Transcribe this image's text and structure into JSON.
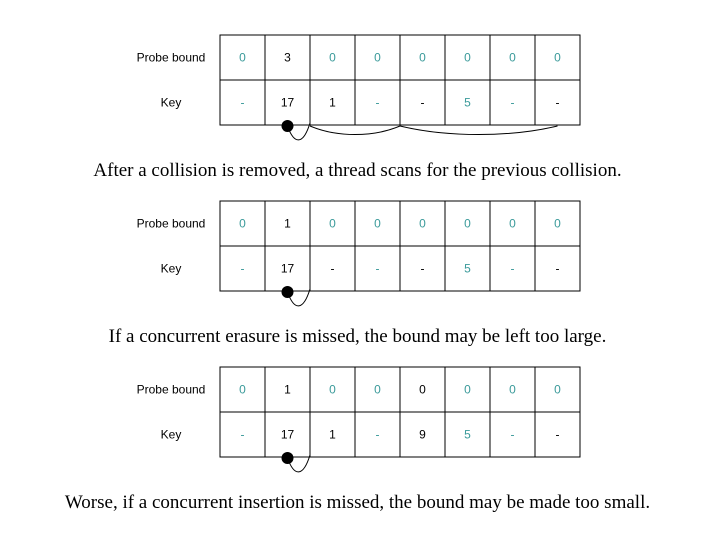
{
  "colors": {
    "highlight": "#000000",
    "muted": "#3a9a9a",
    "line": "#000000"
  },
  "panels": [
    {
      "labels": {
        "bound": "Probe bound",
        "key": "Key"
      },
      "bound": [
        {
          "text": "0",
          "tone": "muted"
        },
        {
          "text": "3",
          "tone": "highlight"
        },
        {
          "text": "0",
          "tone": "muted"
        },
        {
          "text": "0",
          "tone": "muted"
        },
        {
          "text": "0",
          "tone": "muted"
        },
        {
          "text": "0",
          "tone": "muted"
        },
        {
          "text": "0",
          "tone": "muted"
        },
        {
          "text": "0",
          "tone": "muted"
        }
      ],
      "key": [
        {
          "text": "-",
          "tone": "muted"
        },
        {
          "text": "17",
          "tone": "highlight"
        },
        {
          "text": "1",
          "tone": "highlight"
        },
        {
          "text": "-",
          "tone": "muted"
        },
        {
          "text": "-",
          "tone": "highlight"
        },
        {
          "text": "5",
          "tone": "muted"
        },
        {
          "text": "-",
          "tone": "muted"
        },
        {
          "text": "-",
          "tone": "highlight"
        }
      ],
      "probe": {
        "origin": 1,
        "hops": [
          2,
          4,
          7
        ]
      },
      "caption": "After a collision is removed, a thread scans for the previous collision."
    },
    {
      "labels": {
        "bound": "Probe bound",
        "key": "Key"
      },
      "bound": [
        {
          "text": "0",
          "tone": "muted"
        },
        {
          "text": "1",
          "tone": "highlight"
        },
        {
          "text": "0",
          "tone": "muted"
        },
        {
          "text": "0",
          "tone": "muted"
        },
        {
          "text": "0",
          "tone": "muted"
        },
        {
          "text": "0",
          "tone": "muted"
        },
        {
          "text": "0",
          "tone": "muted"
        },
        {
          "text": "0",
          "tone": "muted"
        }
      ],
      "key": [
        {
          "text": "-",
          "tone": "muted"
        },
        {
          "text": "17",
          "tone": "highlight"
        },
        {
          "text": "-",
          "tone": "highlight"
        },
        {
          "text": "-",
          "tone": "muted"
        },
        {
          "text": "-",
          "tone": "highlight"
        },
        {
          "text": "5",
          "tone": "muted"
        },
        {
          "text": "-",
          "tone": "muted"
        },
        {
          "text": "-",
          "tone": "highlight"
        }
      ],
      "probe": {
        "origin": 1,
        "hops": [
          2
        ]
      },
      "caption": "If a concurrent erasure is missed, the bound may be left too large."
    },
    {
      "labels": {
        "bound": "Probe bound",
        "key": "Key"
      },
      "bound": [
        {
          "text": "0",
          "tone": "muted"
        },
        {
          "text": "1",
          "tone": "highlight"
        },
        {
          "text": "0",
          "tone": "muted"
        },
        {
          "text": "0",
          "tone": "muted"
        },
        {
          "text": "0",
          "tone": "highlight"
        },
        {
          "text": "0",
          "tone": "muted"
        },
        {
          "text": "0",
          "tone": "muted"
        },
        {
          "text": "0",
          "tone": "muted"
        }
      ],
      "key": [
        {
          "text": "-",
          "tone": "muted"
        },
        {
          "text": "17",
          "tone": "highlight"
        },
        {
          "text": "1",
          "tone": "highlight"
        },
        {
          "text": "-",
          "tone": "muted"
        },
        {
          "text": "9",
          "tone": "highlight"
        },
        {
          "text": "5",
          "tone": "muted"
        },
        {
          "text": "-",
          "tone": "muted"
        },
        {
          "text": "-",
          "tone": "highlight"
        }
      ],
      "probe": {
        "origin": 1,
        "hops": [
          2
        ]
      },
      "caption": "Worse, if a concurrent insertion is missed, the bound may be made too small."
    }
  ]
}
